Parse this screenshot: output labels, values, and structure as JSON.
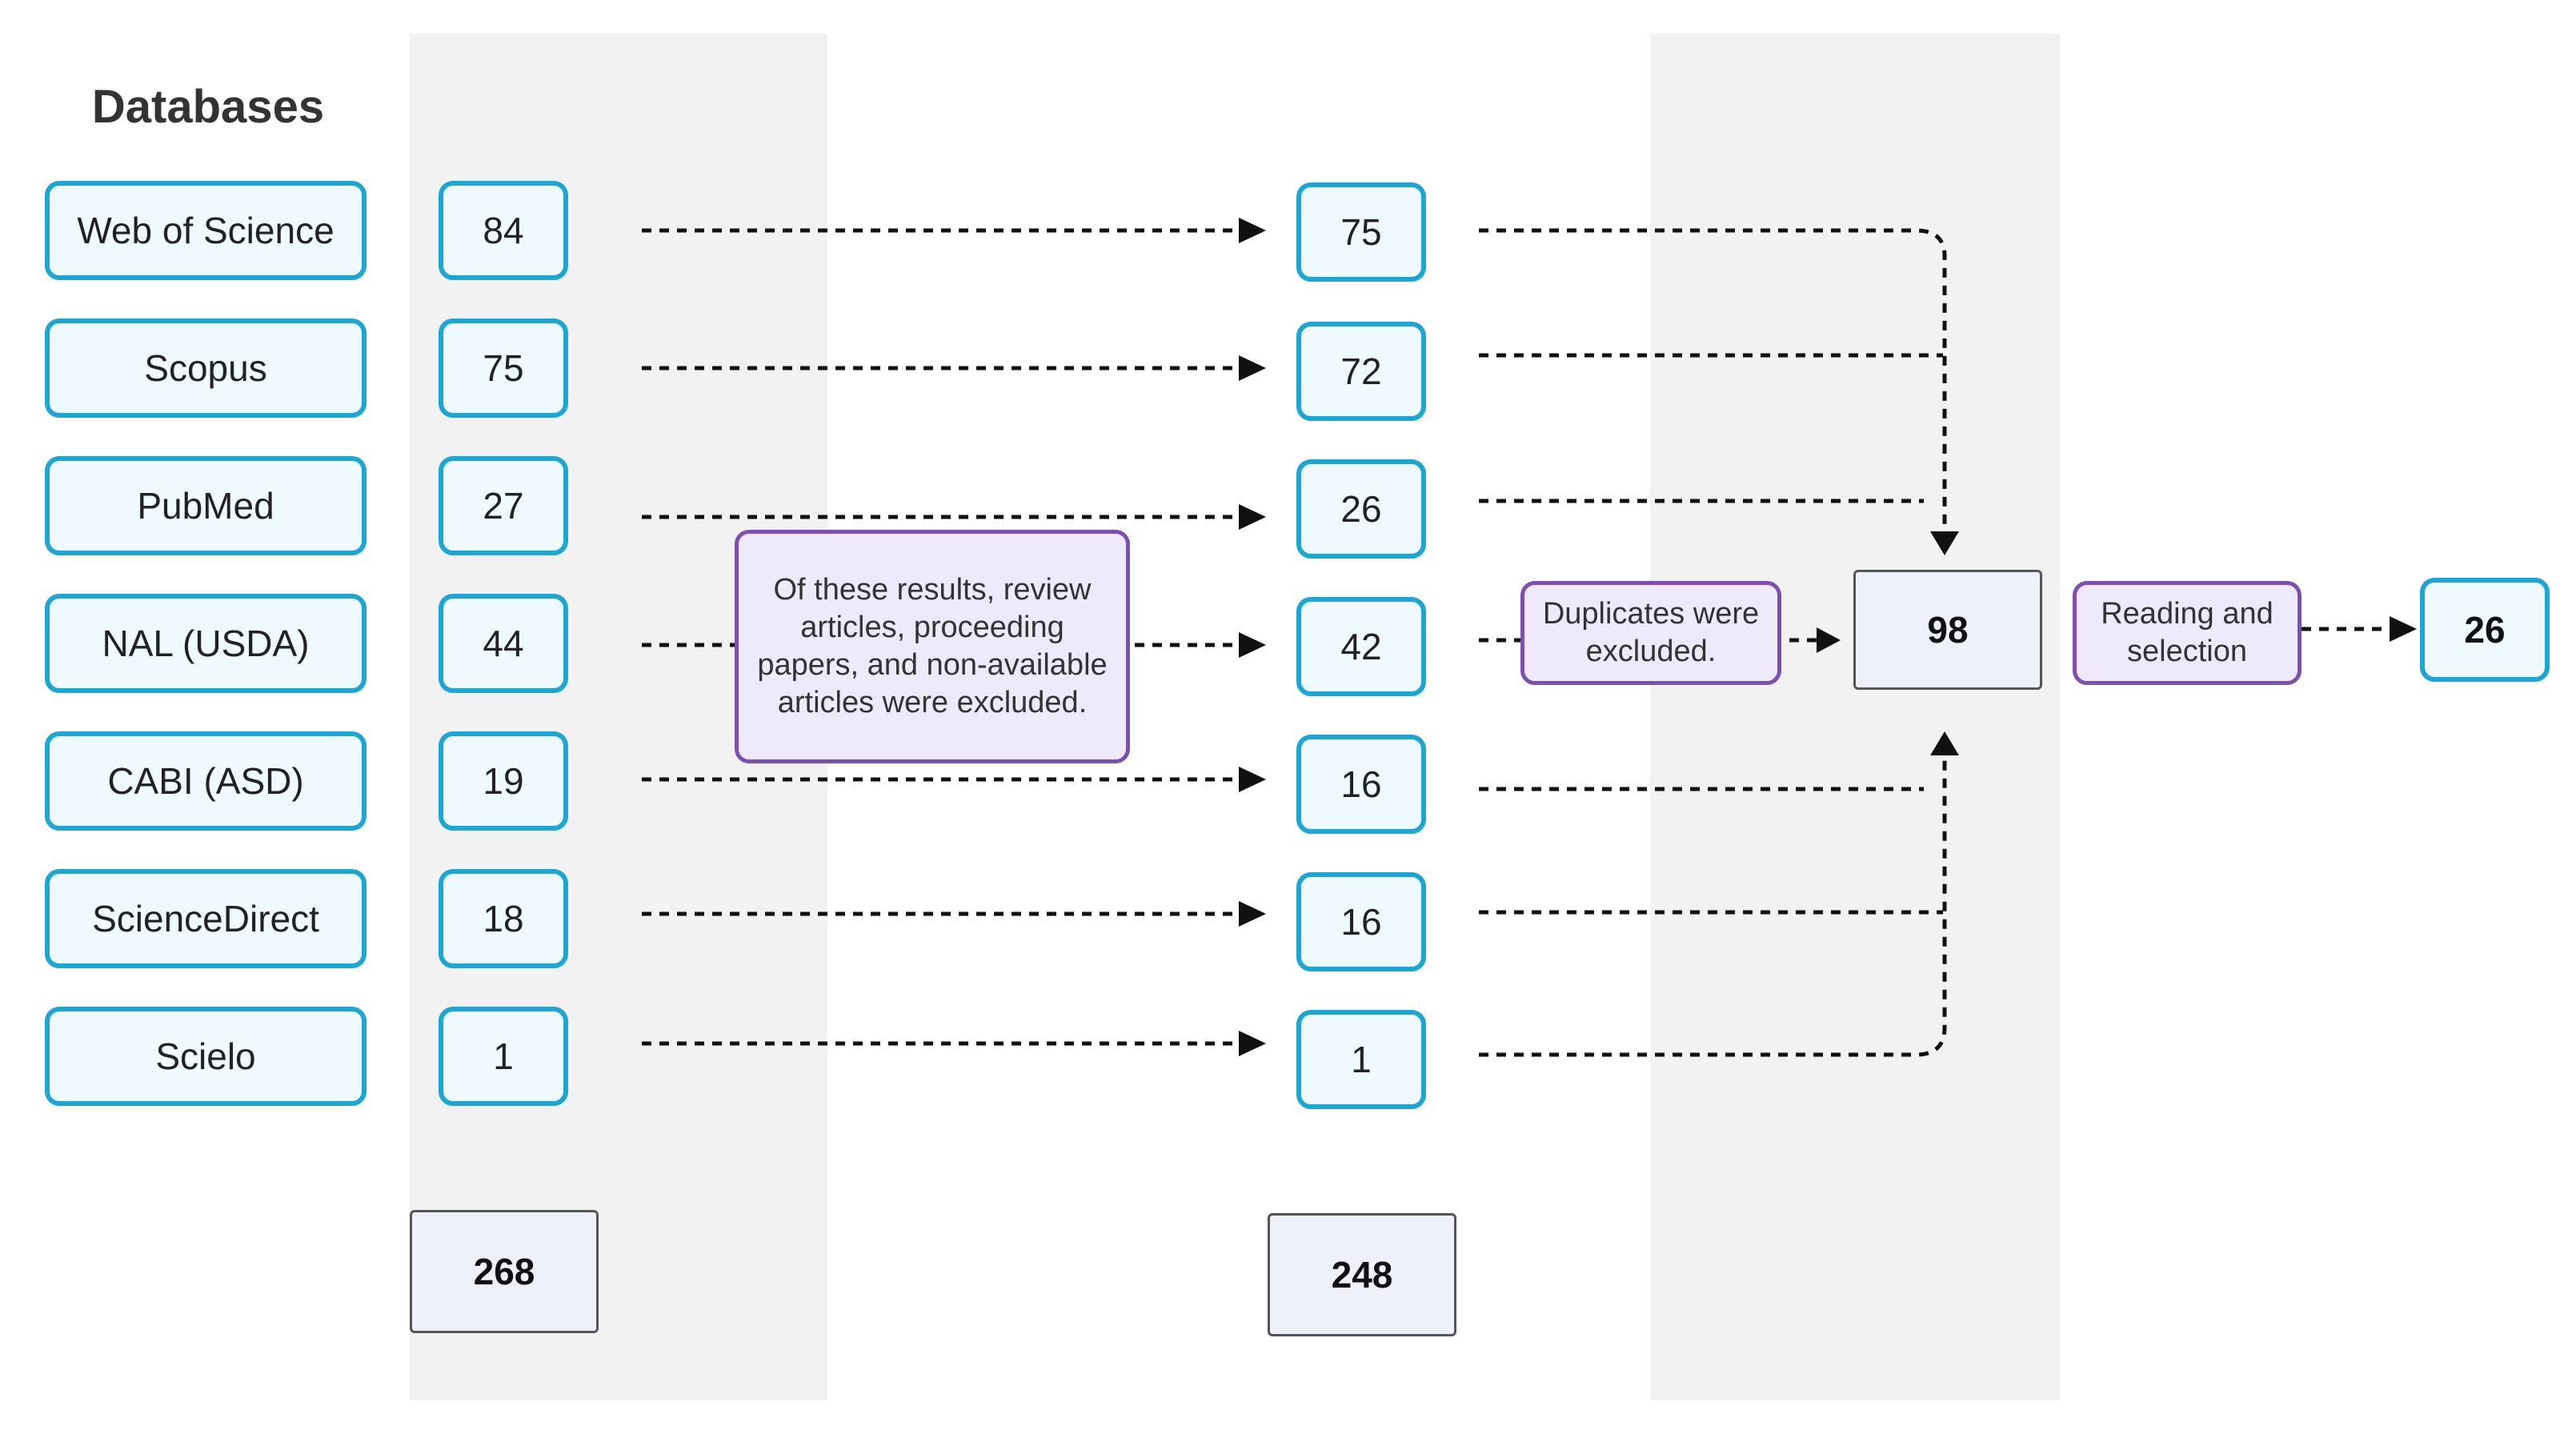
{
  "diagram": {
    "title": "Databases",
    "databases": [
      {
        "name": "Web of Science",
        "initial": "84",
        "filtered": "75"
      },
      {
        "name": "Scopus",
        "initial": "75",
        "filtered": "72"
      },
      {
        "name": "PubMed",
        "initial": "27",
        "filtered": "26"
      },
      {
        "name": "NAL (USDA)",
        "initial": "44",
        "filtered": "42"
      },
      {
        "name": "CABI (ASD)",
        "initial": "19",
        "filtered": "16"
      },
      {
        "name": "ScienceDirect",
        "initial": "18",
        "filtered": "16"
      },
      {
        "name": "Scielo",
        "initial": "1",
        "filtered": "1"
      }
    ],
    "total_initial": "268",
    "total_filtered": "248",
    "exclusion_note": "Of these results, review articles, proceeding papers, and non-available articles were excluded.",
    "duplicates_note": "Duplicates were excluded.",
    "after_duplicates": "98",
    "reading_note": "Reading and selection",
    "final_count": "26"
  },
  "colors": {
    "accent_blue": "#1ba6d3",
    "accent_purple": "#7d4fb3",
    "band_gray": "#f2f2f2",
    "arrow": "#111111"
  }
}
